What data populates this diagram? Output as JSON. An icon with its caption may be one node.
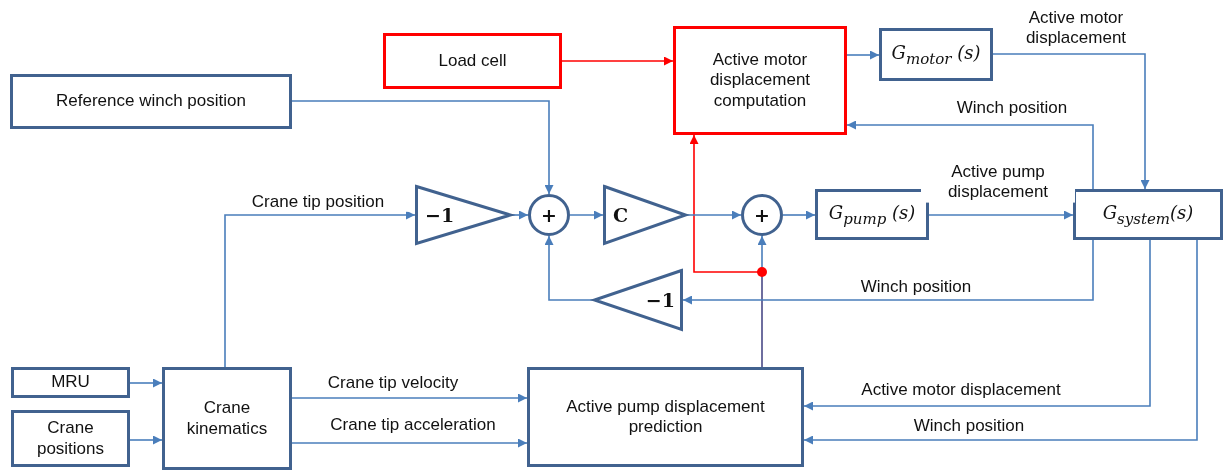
{
  "diagram": {
    "nodes": [
      {
        "text": [
          "Load cell"
        ]
      },
      {
        "text": [
          "Active motor displacement computation"
        ]
      },
      {
        "text": [
          "G$_{motor}$ (s)"
        ]
      },
      {
        "text": [
          "Reference winch position"
        ]
      },
      {
        "text": [
          "−1"
        ]
      },
      {
        "text": [
          "+"
        ]
      },
      {
        "text": [
          "C"
        ]
      },
      {
        "text": [
          "+"
        ]
      },
      {
        "text": [
          "G$_{pump}$ (s)"
        ]
      },
      {
        "text": [
          "G$_{system}$(s)"
        ]
      },
      {
        "text": [
          "−1"
        ]
      },
      {
        "text": [
          "MRU"
        ]
      },
      {
        "text": [
          "Crane positions"
        ]
      },
      {
        "text": [
          "Crane kinematics"
        ]
      },
      {
        "text": [
          "Active pump displacement prediction"
        ]
      }
    ],
    "edges": [
      {
        "from": 0,
        "to": 1,
        "arrow": "to",
        "color": "#ff0000"
      },
      {
        "from": 1,
        "to": 2,
        "arrow": "to"
      },
      {
        "from": 2,
        "to": 9,
        "arrow": "to",
        "label": "Active motor displacement"
      },
      {
        "from": 9,
        "to": 1,
        "arrow": "to",
        "label": "Winch position"
      },
      {
        "from": 3,
        "to": 5,
        "arrow": "to"
      },
      {
        "from": 13,
        "to": 4,
        "arrow": "to",
        "label": "Crane tip position"
      },
      {
        "from": 4,
        "to": 5,
        "arrow": "to"
      },
      {
        "from": 5,
        "to": 6,
        "arrow": "to"
      },
      {
        "from": 6,
        "to": 7,
        "arrow": "to"
      },
      {
        "from": 7,
        "to": 8,
        "arrow": "to"
      },
      {
        "from": 8,
        "to": 9,
        "arrow": "to",
        "label": "Active pump displacement"
      },
      {
        "from": 9,
        "to": 10,
        "arrow": "to",
        "label": "Winch position"
      },
      {
        "from": 10,
        "to": 5,
        "arrow": "to"
      },
      {
        "from": 11,
        "to": 13,
        "arrow": "to"
      },
      {
        "from": 12,
        "to": 13,
        "arrow": "to"
      },
      {
        "from": 13,
        "to": 14,
        "arrow": "to",
        "label": "Crane tip velocity"
      },
      {
        "from": 13,
        "to": 14,
        "arrow": "to",
        "label": "Crane tip acceleration"
      },
      {
        "from": 9,
        "to": 14,
        "arrow": "to",
        "label": "Active motor displacement"
      },
      {
        "from": 9,
        "to": 14,
        "arrow": "to",
        "label": "Winch position"
      },
      {
        "from": 14,
        "to": 7,
        "arrow": "to"
      },
      {
        "from": 14,
        "to": 1,
        "arrow": "to",
        "color": "#ff0000"
      }
    ]
  }
}
